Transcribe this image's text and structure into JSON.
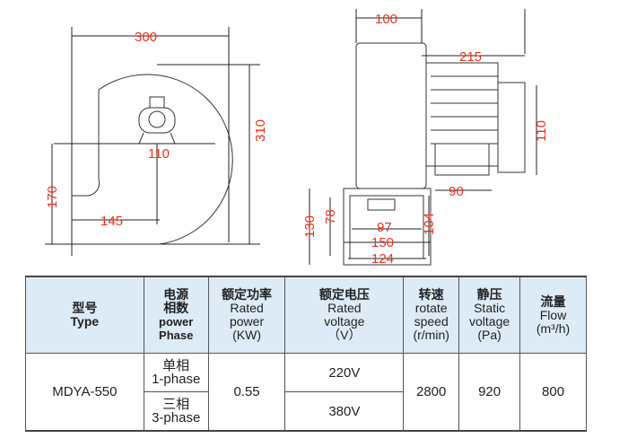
{
  "drawing": {
    "front_view": {
      "width": "300",
      "height": "310",
      "outlet_height": "170",
      "center_offset": "145",
      "shaft": "110"
    },
    "side_view": {
      "housing_depth": "100",
      "overall_length": "215",
      "motor_height": "110",
      "motor_foot": "90",
      "base_height": "130",
      "outlet_inner_height": "78",
      "outlet_height": "104",
      "outlet_inner_width": "97",
      "base_width": "150",
      "outlet_width": "124"
    }
  },
  "table": {
    "headers": [
      {
        "cn": "型号",
        "en": "Type"
      },
      {
        "cn": "电源\n相数",
        "en": "power\nPhase"
      },
      {
        "cn": "额定功率",
        "en": "Rated\npower\n(KW)"
      },
      {
        "cn": "额定电压",
        "en": "Rated\nvoltage\n（V）"
      },
      {
        "cn": "转速",
        "en": "rotate\nspeed\n(r/min)"
      },
      {
        "cn": "静压",
        "en": "Static\nvoltage\n(Pa)"
      },
      {
        "cn": "流量",
        "en": "Flow\n(m³/h)"
      }
    ],
    "row": {
      "type": "MDYA-550",
      "phase1_cn": "单相",
      "phase1_en": "1-phase",
      "phase3_cn": "三相",
      "phase3_en": "3-phase",
      "power": "0.55",
      "voltage1": "220V",
      "voltage3": "380V",
      "speed": "2800",
      "pressure": "920",
      "flow": "800"
    }
  }
}
